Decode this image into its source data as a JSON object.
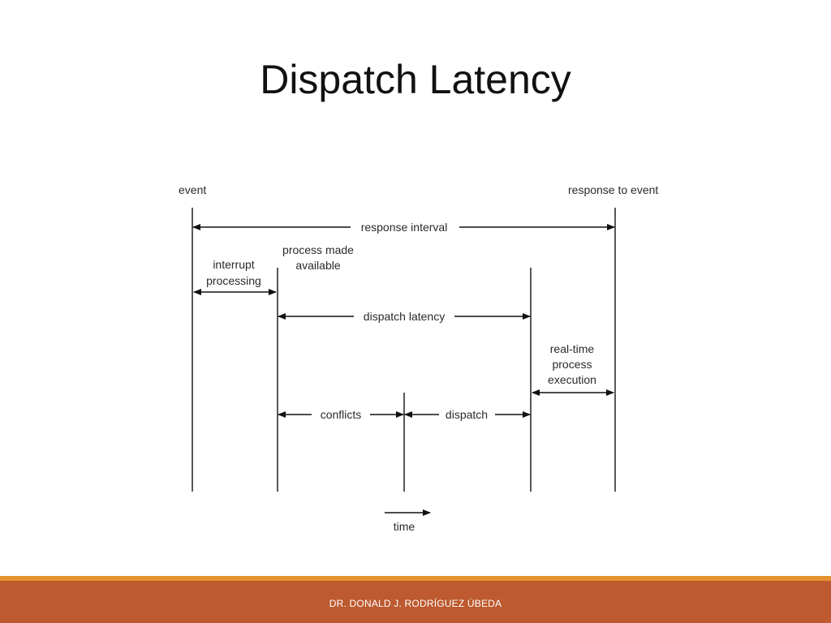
{
  "title": "Dispatch Latency",
  "footer": {
    "author": "DR. DONALD J. RODRÍGUEZ ÚBEDA",
    "bar_color": "#bd5a2f",
    "stripe_color": "#e6922f"
  },
  "diagram": {
    "labels": {
      "event": "event",
      "response_to_event": "response to event",
      "response_interval": "response interval",
      "process_made_available": [
        "process made",
        "available"
      ],
      "interrupt_processing": [
        "interrupt",
        "processing"
      ],
      "dispatch_latency": "dispatch latency",
      "real_time_process_execution": [
        "real-time",
        "process",
        "execution"
      ],
      "conflicts": "conflicts",
      "dispatch": "dispatch",
      "time": "time"
    }
  }
}
